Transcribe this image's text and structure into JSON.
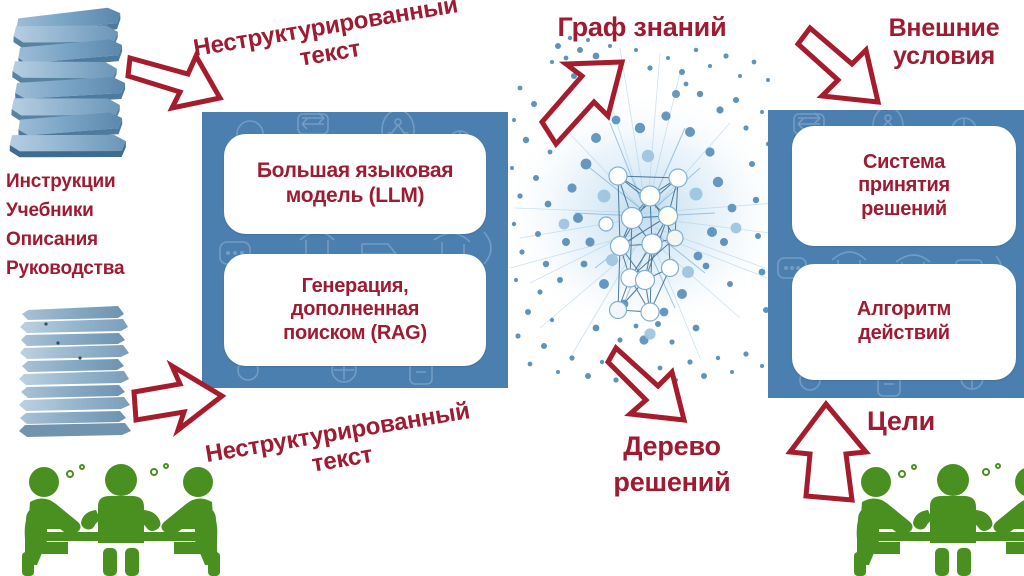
{
  "diagram": {
    "title_hidden": "",
    "colors": {
      "caption": "#9e1b32",
      "panel_blue": "#4a7fb0",
      "arrow_stroke": "#a51c2c",
      "people_green": "#4a9021",
      "graph_blue": "#4e87b8",
      "book_blue": "#7fa8c9"
    },
    "sources": {
      "items": [
        {
          "label": "Инструкции"
        },
        {
          "label": "Учебники"
        },
        {
          "label": "Описания"
        },
        {
          "label": "Руководства"
        }
      ],
      "books_icon": "stack-of-books",
      "papers_icon": "stack-of-papers",
      "people_icon": "people-meeting-at-table"
    },
    "captions": {
      "unstructured_text_top": "Неструктурированный\nтекст",
      "unstructured_text_bottom": "Неструктурированный\nтекст",
      "knowledge_graph": "Граф знаний",
      "external_conditions": "Внешние\nусловия",
      "decision_tree": "Дерево\nрешений",
      "goals": "Цели"
    },
    "left_panel": {
      "cards": [
        {
          "text": "Большая языковая\nмодель (LLM)"
        },
        {
          "text": "Генерация,\nдополненная\nпоиском (RAG)"
        }
      ]
    },
    "right_panel": {
      "cards": [
        {
          "text": "Система\nпринятия\nрешений"
        },
        {
          "text": "Алгоритм\nдействий"
        }
      ]
    },
    "center": {
      "graph_label": "knowledge-graph-network-visualization"
    },
    "arrows": [
      {
        "name": "arrow-books-to-llm",
        "direction": "down-right"
      },
      {
        "name": "arrow-papers-to-llm",
        "direction": "up-right"
      },
      {
        "name": "arrow-llm-to-graph",
        "direction": "up-right"
      },
      {
        "name": "arrow-graph-to-decision-tree",
        "direction": "down-right"
      },
      {
        "name": "arrow-external-conditions-to-decision-system",
        "direction": "down-right"
      },
      {
        "name": "arrow-goals-to-action-algorithm",
        "direction": "up"
      }
    ]
  }
}
